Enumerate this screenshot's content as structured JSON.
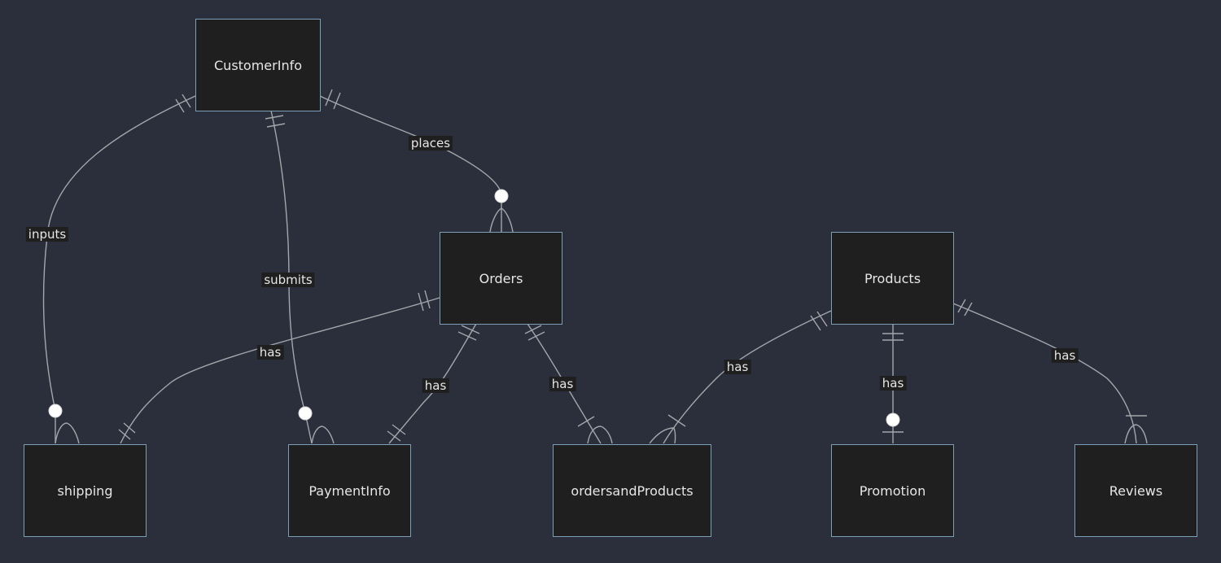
{
  "diagram": {
    "type": "entity-relationship",
    "colors": {
      "background": "#2b2f3b",
      "entity_fill": "#1f1f1f",
      "entity_border": "#7c9fb8",
      "line": "#a3a6ab",
      "text": "#e6e6e6"
    },
    "entities": [
      {
        "id": "CustomerInfo",
        "label": "CustomerInfo"
      },
      {
        "id": "Orders",
        "label": "Orders"
      },
      {
        "id": "Products",
        "label": "Products"
      },
      {
        "id": "shipping",
        "label": "shipping"
      },
      {
        "id": "PaymentInfo",
        "label": "PaymentInfo"
      },
      {
        "id": "ordersandProducts",
        "label": "ordersandProducts"
      },
      {
        "id": "Promotion",
        "label": "Promotion"
      },
      {
        "id": "Reviews",
        "label": "Reviews"
      }
    ],
    "relationships": [
      {
        "from": "CustomerInfo",
        "to": "shipping",
        "label": "inputs",
        "from_card": "exactly-one",
        "to_card": "zero-or-many"
      },
      {
        "from": "CustomerInfo",
        "to": "PaymentInfo",
        "label": "submits",
        "from_card": "exactly-one",
        "to_card": "zero-or-many"
      },
      {
        "from": "CustomerInfo",
        "to": "Orders",
        "label": "places",
        "from_card": "exactly-one",
        "to_card": "zero-or-many"
      },
      {
        "from": "Orders",
        "to": "shipping",
        "label": "has",
        "from_card": "exactly-one",
        "to_card": "exactly-one"
      },
      {
        "from": "Orders",
        "to": "PaymentInfo",
        "label": "has",
        "from_card": "exactly-one",
        "to_card": "exactly-one"
      },
      {
        "from": "Orders",
        "to": "ordersandProducts",
        "label": "has",
        "from_card": "exactly-one",
        "to_card": "one-or-many"
      },
      {
        "from": "Products",
        "to": "ordersandProducts",
        "label": "has",
        "from_card": "exactly-one",
        "to_card": "one-or-many"
      },
      {
        "from": "Products",
        "to": "Promotion",
        "label": "has",
        "from_card": "exactly-one",
        "to_card": "zero-or-one"
      },
      {
        "from": "Products",
        "to": "Reviews",
        "label": "has",
        "from_card": "exactly-one",
        "to_card": "one-or-many"
      }
    ]
  }
}
